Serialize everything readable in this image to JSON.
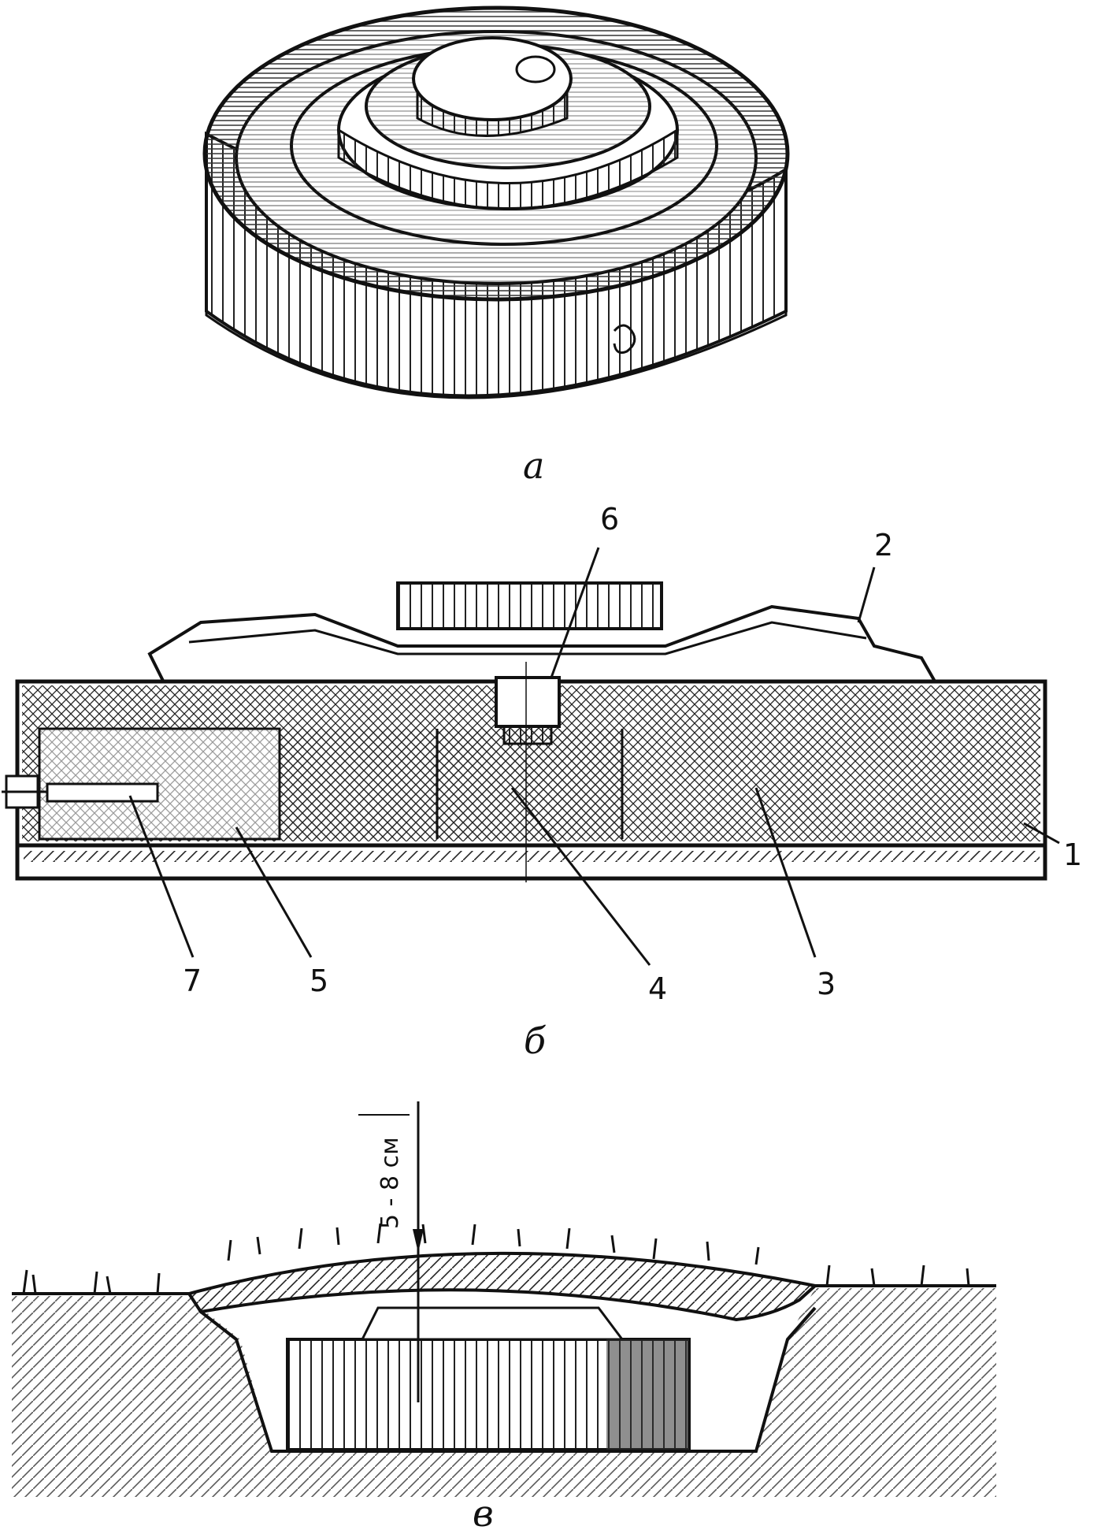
{
  "figure": {
    "panel_a": {
      "caption": "а"
    },
    "panel_b": {
      "caption": "б",
      "callouts": [
        {
          "id": "1",
          "label": "1"
        },
        {
          "id": "2",
          "label": "2"
        },
        {
          "id": "3",
          "label": "3"
        },
        {
          "id": "4",
          "label": "4"
        },
        {
          "id": "5",
          "label": "5"
        },
        {
          "id": "6",
          "label": "6"
        },
        {
          "id": "7",
          "label": "7"
        }
      ]
    },
    "panel_c": {
      "caption": "в",
      "dimension": "5 - 8 см"
    }
  }
}
